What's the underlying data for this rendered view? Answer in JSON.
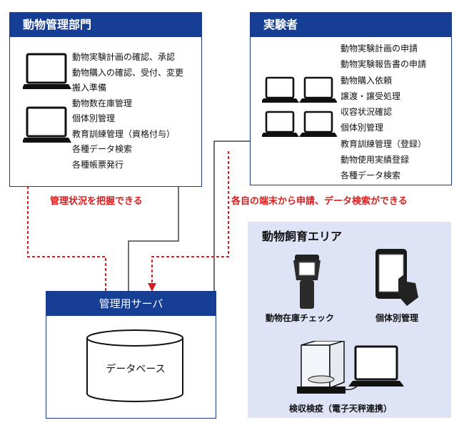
{
  "dept": {
    "title": "動物管理部門",
    "items": [
      "動物実験計画の確認、承認",
      "動物購入の確認、受付、変更",
      "搬入準備",
      "動物数在庫管理",
      "個体別管理",
      "教育訓練管理（資格付与）",
      "各種データ検索",
      "各種帳票発行"
    ]
  },
  "experimenter": {
    "title": "実験者",
    "items": [
      "動物実験計画の申請",
      "動物実験報告書の申請",
      "動物購入依頼",
      "譲渡・譲受処理",
      "収容状況確認",
      "個体別管理",
      "教育訓練管理（登録）",
      "動物使用実績登録",
      "各種データ検索"
    ]
  },
  "labels": {
    "dept_status": "管理状況を把握できる",
    "experimenter_access": "各自の端末から申請、データ検索ができる"
  },
  "server": {
    "title": "管理用サーバ",
    "database": "データベース"
  },
  "breeding_area": {
    "title": "動物飼育エリア",
    "devices": {
      "handheld": "動物在庫チェック",
      "tablet": "個体別管理",
      "scale": "検収検疫（電子天秤連携）"
    }
  },
  "colors": {
    "header_blue": "#173e95",
    "arrow_red": "#d81e1e",
    "area_bg": "#dfe3f6"
  }
}
